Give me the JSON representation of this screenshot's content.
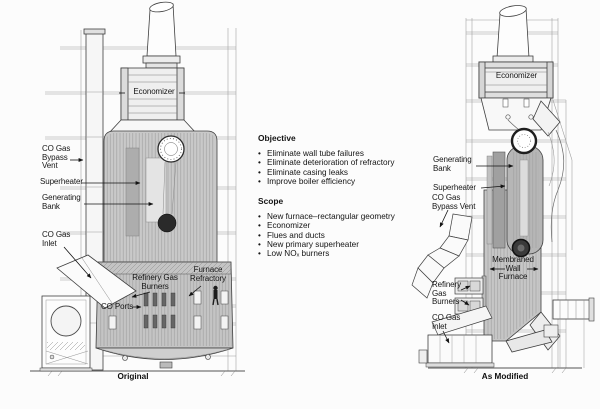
{
  "center": {
    "bullet": "•",
    "objective": {
      "title": "Objective",
      "items": [
        "Eliminate wall tube failures",
        "Eliminate deterioration of refractory",
        "Eliminate casing leaks",
        "Improve boiler efficiency"
      ]
    },
    "scope": {
      "title": "Scope",
      "items": [
        "New furnace–rectangular geometry",
        "Economizer",
        "Flues and ducts",
        "New primary superheater",
        "Low NOₓ burners"
      ]
    }
  },
  "left_diagram": {
    "caption": "Original",
    "labels": {
      "economizer": "Economizer",
      "co_gas_bypass_vent": "CO Gas\nBypass\nVent",
      "superheater": "Superheater",
      "generating_bank": "Generating\nBank",
      "co_gas_inlet": "CO Gas\nInlet",
      "refinery_gas_burners": "Refinery Gas\nBurners",
      "furnace_refractory": "Furnace\nRefractory",
      "co_ports": "CO Ports"
    }
  },
  "right_diagram": {
    "caption": "As Modified",
    "labels": {
      "economizer": "Economizer",
      "generating_bank": "Generating\nBank",
      "superheater": "Superheater",
      "co_gas_bypass_vent": "CO Gas\nBypass Vent",
      "membraned_wall_furnace": "Membraned\nWall\nFurnace",
      "refinery_gas_burners": "Refinery\nGas\nBurners",
      "co_gas_inlet": "CO Gas\nInlet"
    }
  },
  "colors": {
    "background": "#fcfcfc",
    "line": "#3d3d3d",
    "frame_line": "#9a9a9a",
    "vessel_fill": "#c9c9c9",
    "drum_dark": "#2a2a2a",
    "text": "#141414"
  }
}
